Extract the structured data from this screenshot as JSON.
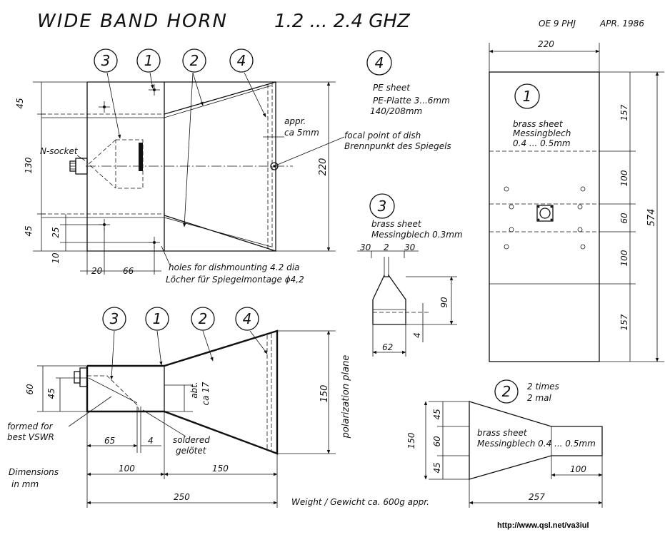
{
  "title": "WIDE BAND HORN",
  "freq": "1.2 ... 2.4 GHZ",
  "author": "OE 9 PHJ",
  "date": "APR. 1986",
  "callouts": {
    "c1": "1",
    "c2": "2",
    "c3": "3",
    "c4": "4"
  },
  "part4": {
    "num": "4",
    "l1": "PE sheet",
    "l2": "PE-Platte 3...6mm",
    "l3": "140/208mm"
  },
  "part3": {
    "num": "3",
    "l1": "brass sheet",
    "l2": "Messingblech 0.3mm"
  },
  "part1": {
    "num": "1",
    "l1": "brass sheet",
    "l2": "Messingblech",
    "l3": "0.4 ... 0.5mm"
  },
  "part2": {
    "num": "2",
    "l1": "2 times",
    "l2": "2 mal",
    "l3": "brass sheet",
    "l4": "Messingblech 0.4 ... 0.5mm"
  },
  "labels": {
    "nsocket": "N-socket",
    "appr": "appr.",
    "ca5": "ca 5mm",
    "focal1": "focal point of dish",
    "focal2": "Brennpunkt des Spiegels",
    "holes1": "holes for dishmounting 4.2 dia",
    "holes2": "Löcher für Spiegelmontage ϕ4,2",
    "formed1": "formed for",
    "formed2": "best VSWR",
    "soldered1": "soldered",
    "soldered2": "gelötet",
    "abt": "abt.",
    "ca17": "ca 17",
    "polar": "polarization plane",
    "dims1": "Dimensions",
    "dims2": "in mm",
    "weight": "Weight / Gewicht ca. 600g appr.",
    "url": "http://www.qsl.net/va3iul"
  },
  "dims": {
    "d45a": "45",
    "d130": "130",
    "d45b": "45",
    "d25": "25",
    "d10": "10",
    "d20": "20",
    "d66": "66",
    "d220": "220",
    "p3_30a": "30",
    "p3_2": "2",
    "p3_30b": "30",
    "p3_90": "90",
    "p3_4": "4",
    "p3_62": "62",
    "p1_220": "220",
    "p1_157a": "157",
    "p1_100a": "100",
    "p1_60": "60",
    "p1_100b": "100",
    "p1_157b": "157",
    "p1_574": "574",
    "s_60": "60",
    "s_45": "45",
    "s_65": "65",
    "s_4": "4",
    "s_150": "150",
    "s_100": "100",
    "s_150b": "150",
    "s_250": "250",
    "p2_45a": "45",
    "p2_60": "60",
    "p2_45b": "45",
    "p2_150": "150",
    "p2_100": "100",
    "p2_257": "257"
  }
}
